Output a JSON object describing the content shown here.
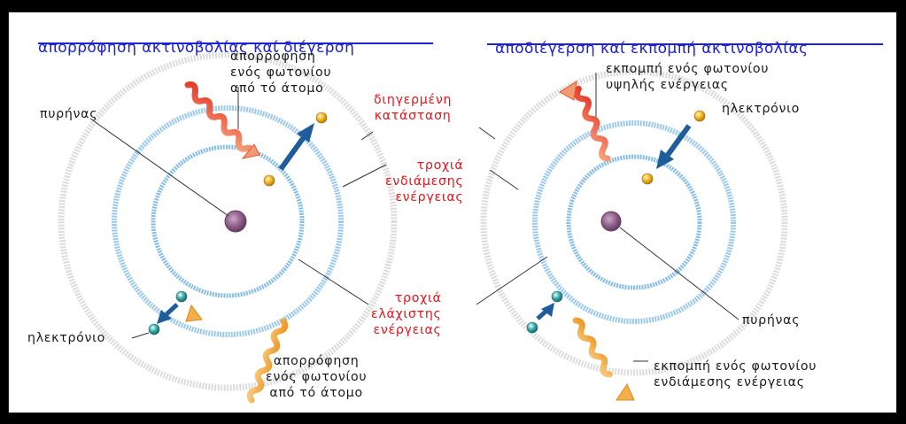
{
  "left_panel": {
    "title": "απορρόφηση ακτινοβολίας καί διέγερση",
    "photon_top": "απορρόφηση\nενός φωτονίου\nαπό τό άτομο",
    "nucleus": "πυρήνας",
    "excited_state": "διηγερμένη\nκατάσταση",
    "intermediate_orbit": "τροχιά\nενδιάμεσης\nενέργειας",
    "min_orbit": "τροχιά\nελάχιστης\nενέργειας",
    "electron": "ηλεκτρόνιο",
    "photon_bottom": "απορρόφηση\nενός φωτονίου\nαπό τό άτομο"
  },
  "right_panel": {
    "title": "αποδιέγερση καί εκπομπή ακτινοβολίας",
    "photon_top": "εκπομπή ενός φωτονίου\nυψηλής ενέργειας",
    "electron": "ηλεκτρόνιο",
    "nucleus": "πυρήνας",
    "photon_bottom": "εκπομπή ενός φωτονίου\nενδιάμεσης ενέργειας"
  },
  "colors": {
    "title": "#1d22d6",
    "red_label": "#e8141c",
    "orbit_inner": "#8ec4ea",
    "orbit_outer": "#d8d8d8",
    "electron_excited": "#f2b21e",
    "electron_ground": "#3aa7a7",
    "nucleus": "#8c5a86",
    "arrow": "#1e5c9a",
    "photon_high": "#f06a3c",
    "photon_mid": "#f3a338"
  }
}
